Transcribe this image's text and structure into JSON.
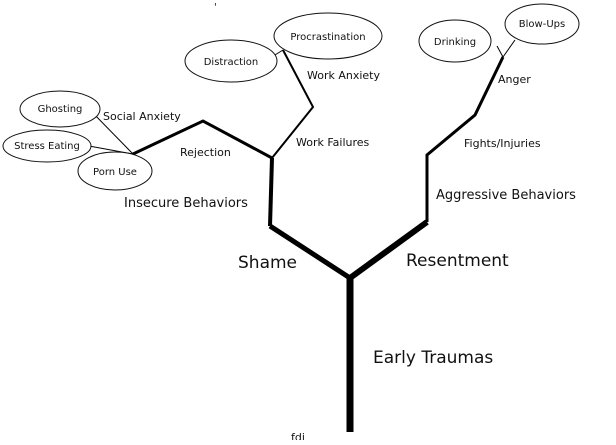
{
  "trunk": {
    "label": "Early Traumas",
    "footer": "fdi"
  },
  "left_branch": {
    "label": "Shame"
  },
  "right_branch": {
    "label": "Resentment"
  },
  "nodes": {
    "insecure_behaviors": "Insecure Behaviors",
    "aggressive_behaviors": "Aggressive Behaviors",
    "rejection": "Rejection",
    "social_anxiety": "Social Anxiety",
    "work_failures": "Work Failures",
    "work_anxiety": "Work Anxiety",
    "fights_injuries": "Fights/Injuries",
    "anger": "Anger"
  },
  "bubbles": {
    "ghosting": "Ghosting",
    "stress_eating": "Stress Eating",
    "porn_use": "Porn Use",
    "distraction": "Distraction",
    "procrastination": "Procrastination",
    "drinking": "Drinking",
    "blow_ups": "Blow-Ups"
  },
  "stray_mark": "'"
}
